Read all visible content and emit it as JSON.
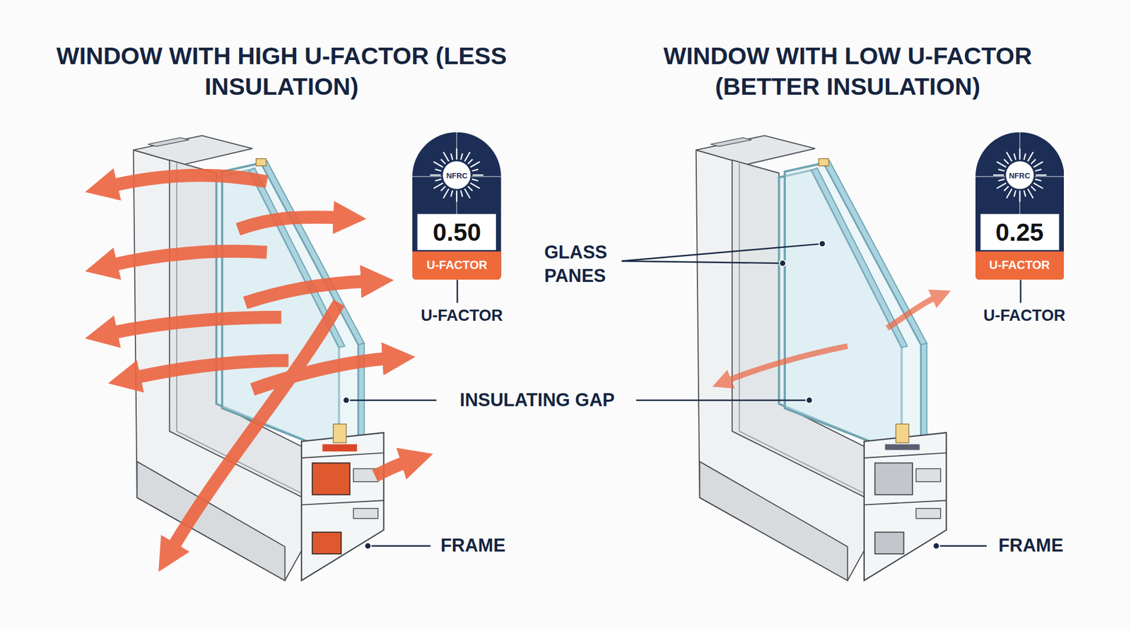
{
  "diagram": {
    "nodes": [
      {
        "text": [
          "NFRC",
          "0.50",
          "U-FACTOR"
        ]
      },
      {
        "text": [
          "NFRC",
          "0.25",
          "U-FACTOR"
        ]
      }
    ],
    "labels": [
      "WINDOW WITH HIGH U-FACTOR (LESS INSULATION)",
      "WINDOW WITH LOW U-FACTOR (BETTER INSULATION)",
      "U-FACTOR",
      "GLASS PANES",
      "INSULATING GAP",
      "FRAME",
      "U-FACTOR",
      "FRAME"
    ]
  }
}
